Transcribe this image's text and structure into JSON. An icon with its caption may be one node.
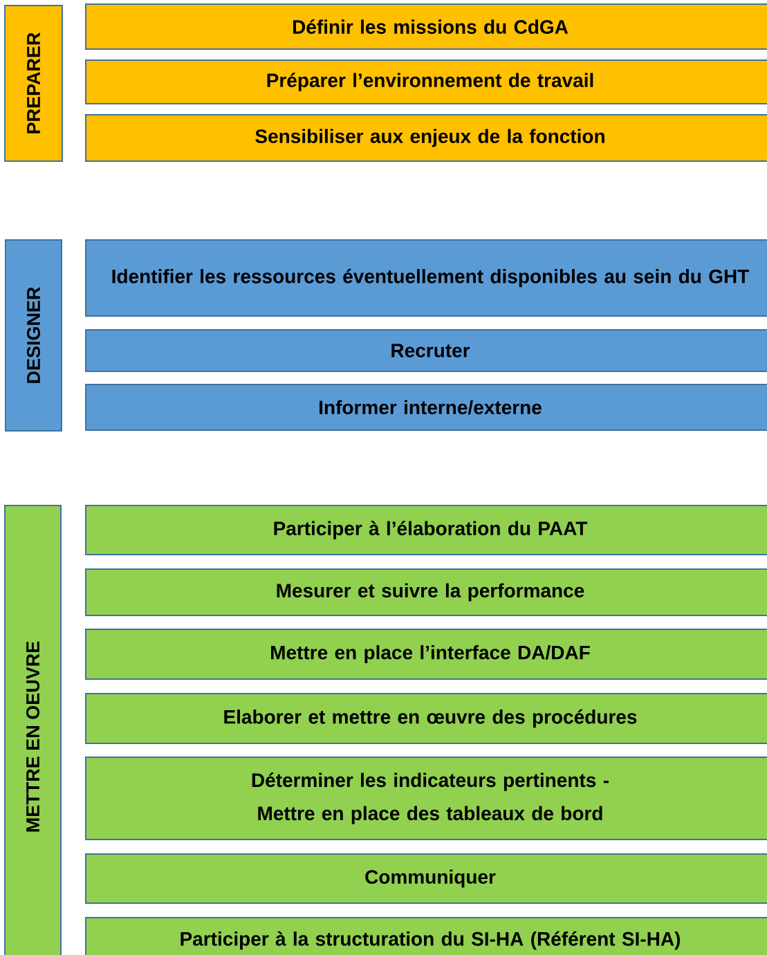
{
  "diagram": {
    "nodes": [
      {
        "text": [
          "PREPARER"
        ]
      },
      {
        "text": [
          "Définir les missions du CdGA"
        ]
      },
      {
        "text": [
          "Préparer l’environnement de travail"
        ]
      },
      {
        "text": [
          "Sensibiliser aux enjeux de la fonction"
        ]
      },
      {
        "text": [
          "DESIGNER"
        ]
      },
      {
        "text": [
          "Identifier les ressources éventuellement disponibles au sein du GHT"
        ]
      },
      {
        "text": [
          "Recruter"
        ]
      },
      {
        "text": [
          "Informer interne/externe"
        ]
      },
      {
        "text": [
          "METTRE EN OEUVRE"
        ]
      },
      {
        "text": [
          "Participer à l’élaboration du PAAT"
        ]
      },
      {
        "text": [
          "Mesurer et suivre la performance"
        ]
      },
      {
        "text": [
          "Mettre en place l’interface DA/DAF"
        ]
      },
      {
        "text": [
          "Elaborer et mettre en œuvre des procédures"
        ]
      },
      {
        "text": [
          "Déterminer les indicateurs pertinents - Mettre en place des tableaux de bord"
        ]
      },
      {
        "text": [
          "Communiquer"
        ]
      },
      {
        "text": [
          "Participer à la structuration du SI-HA (Référent SI-HA)"
        ]
      }
    ]
  }
}
